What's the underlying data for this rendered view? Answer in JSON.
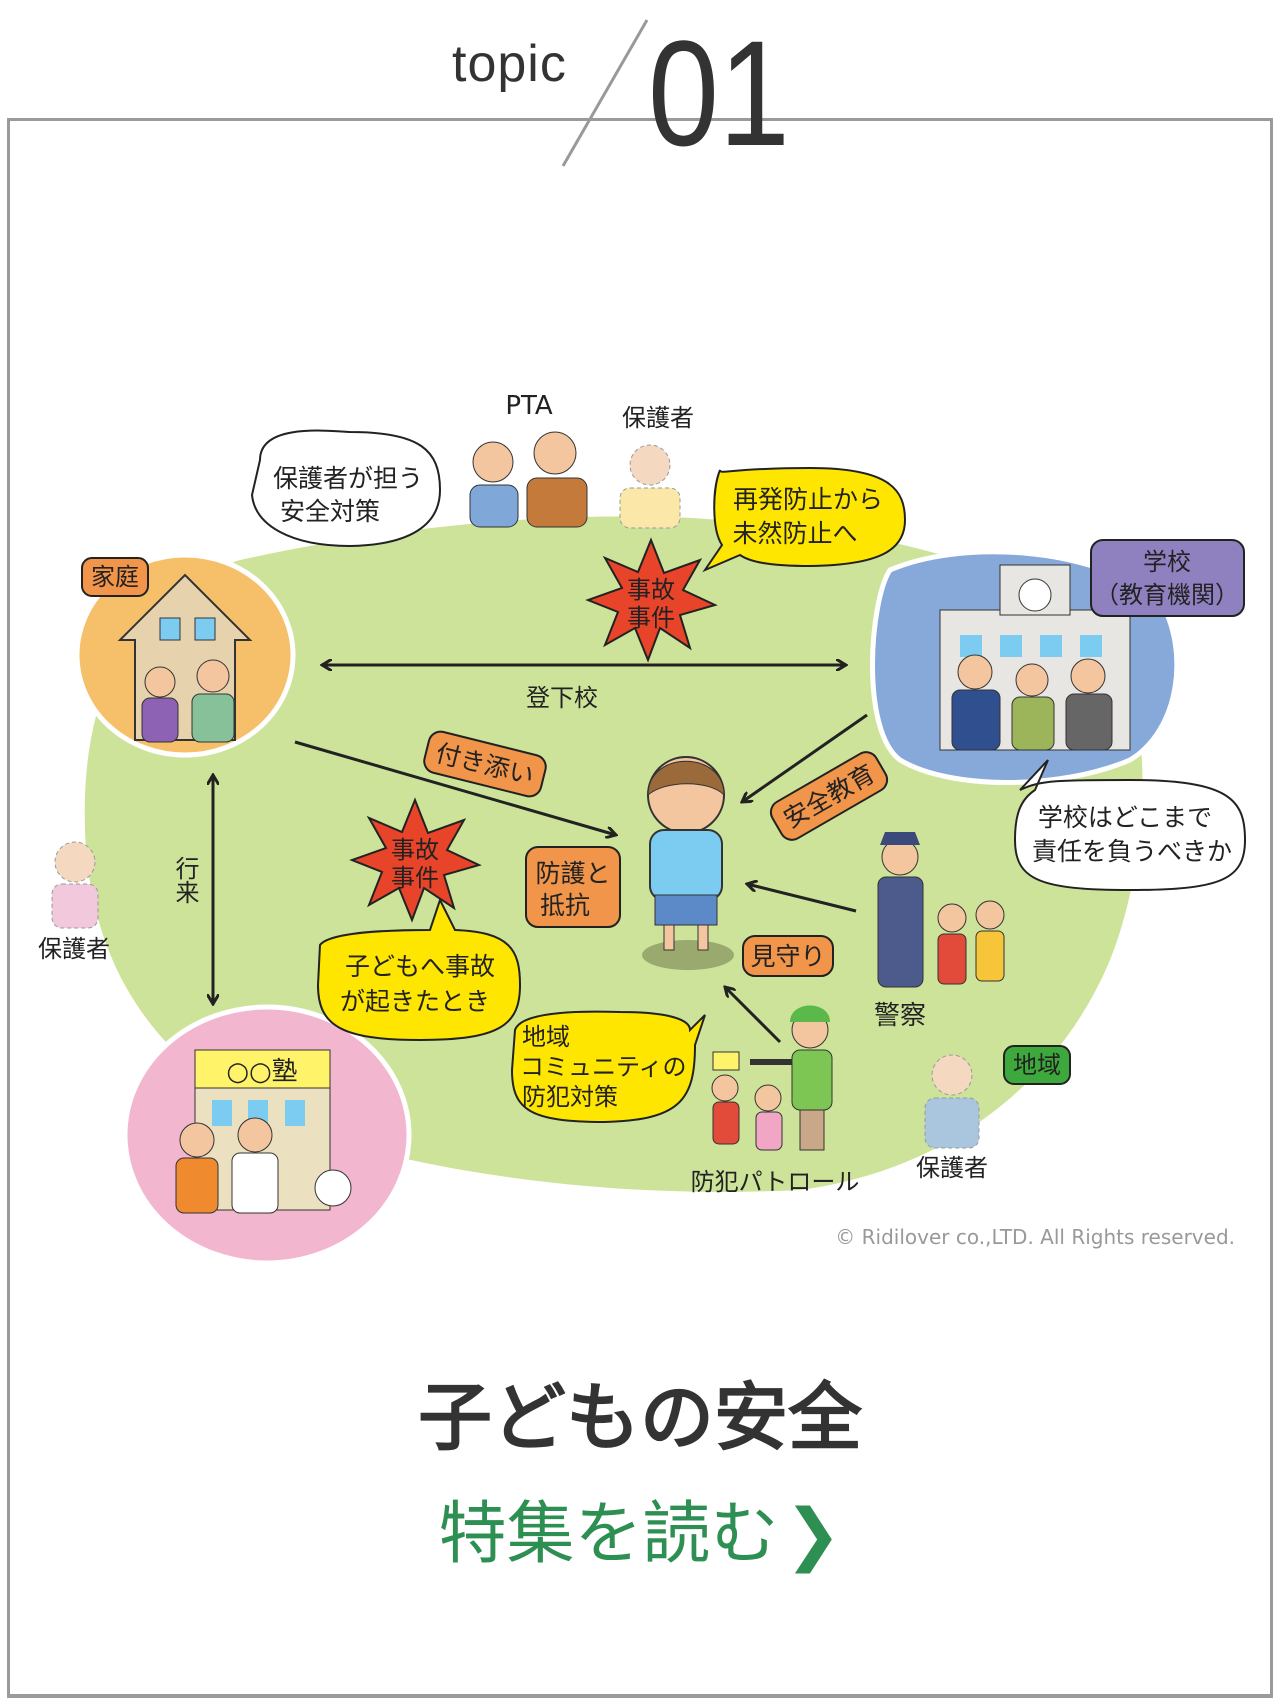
{
  "header": {
    "topic_label": "topic",
    "topic_number": "01"
  },
  "illustration": {
    "groups": {
      "home": "家庭",
      "school_line1": "学校",
      "school_line2": "（教育機関）",
      "juku": "○○塾",
      "community": "地域"
    },
    "people_labels": {
      "pta": "PTA",
      "guardian_top": "保護者",
      "guardian_left": "保護者",
      "guardian_bottom": "保護者",
      "police": "警察",
      "patrol": "防犯パトロール"
    },
    "arrows": {
      "commute": "登下校",
      "back_and_forth": "行来"
    },
    "incidents": {
      "top": [
        "事故",
        "事件"
      ],
      "left": [
        "事故",
        "事件"
      ]
    },
    "tags": {
      "escort": "付き添い",
      "safety_education": "安全教育",
      "protection_line1": "防護と",
      "protection_line2": "抵抗",
      "watch": "見守り"
    },
    "bubbles": {
      "guardian_measures": [
        "保護者が担う",
        "安全対策"
      ],
      "prevention": [
        "再発防止から",
        "未然防止へ"
      ],
      "school_responsibility": [
        "学校はどこまで",
        "責任を負うべきか"
      ],
      "when_accident": [
        "子どもへ事故",
        "が起きたとき"
      ],
      "community_measures": [
        "地域",
        "コミュニティの",
        "防犯対策"
      ]
    },
    "copyright": "© Ridilover co.,LTD. All Rights reserved."
  },
  "main": {
    "title": "子どもの安全",
    "cta_label": "特集を読む",
    "cta_chevron": "❯"
  },
  "colors": {
    "green_area": "#cde39a",
    "home": "#f6c06a",
    "school": "#86a9d9",
    "school_tag": "#8f80c0",
    "juku": "#f2b6cf",
    "tag_orange": "#f0954a",
    "bubble_yellow": "#ffe600",
    "incident_red": "#e8442a",
    "community_tag": "#3da93c",
    "cta_green": "#2e8f52"
  }
}
